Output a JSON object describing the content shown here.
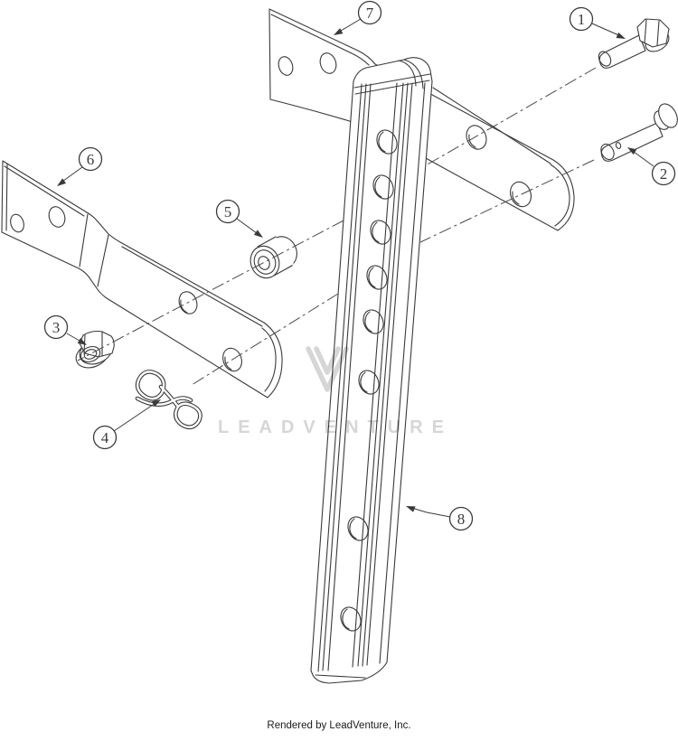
{
  "colors": {
    "line": "#3a3a3a",
    "cline": "#4a4a4a",
    "wm": "#d6d6d6",
    "ftr": "#1a1a1a",
    "bg": "#ffffff"
  },
  "diagram": {
    "watermark_text": "LEADVENTURE",
    "footer_text": "Rendered by LeadVenture, Inc.",
    "callouts": [
      {
        "number": "1"
      },
      {
        "number": "2"
      },
      {
        "number": "3"
      },
      {
        "number": "4"
      },
      {
        "number": "5"
      },
      {
        "number": "6"
      },
      {
        "number": "7"
      },
      {
        "number": "8"
      }
    ]
  }
}
